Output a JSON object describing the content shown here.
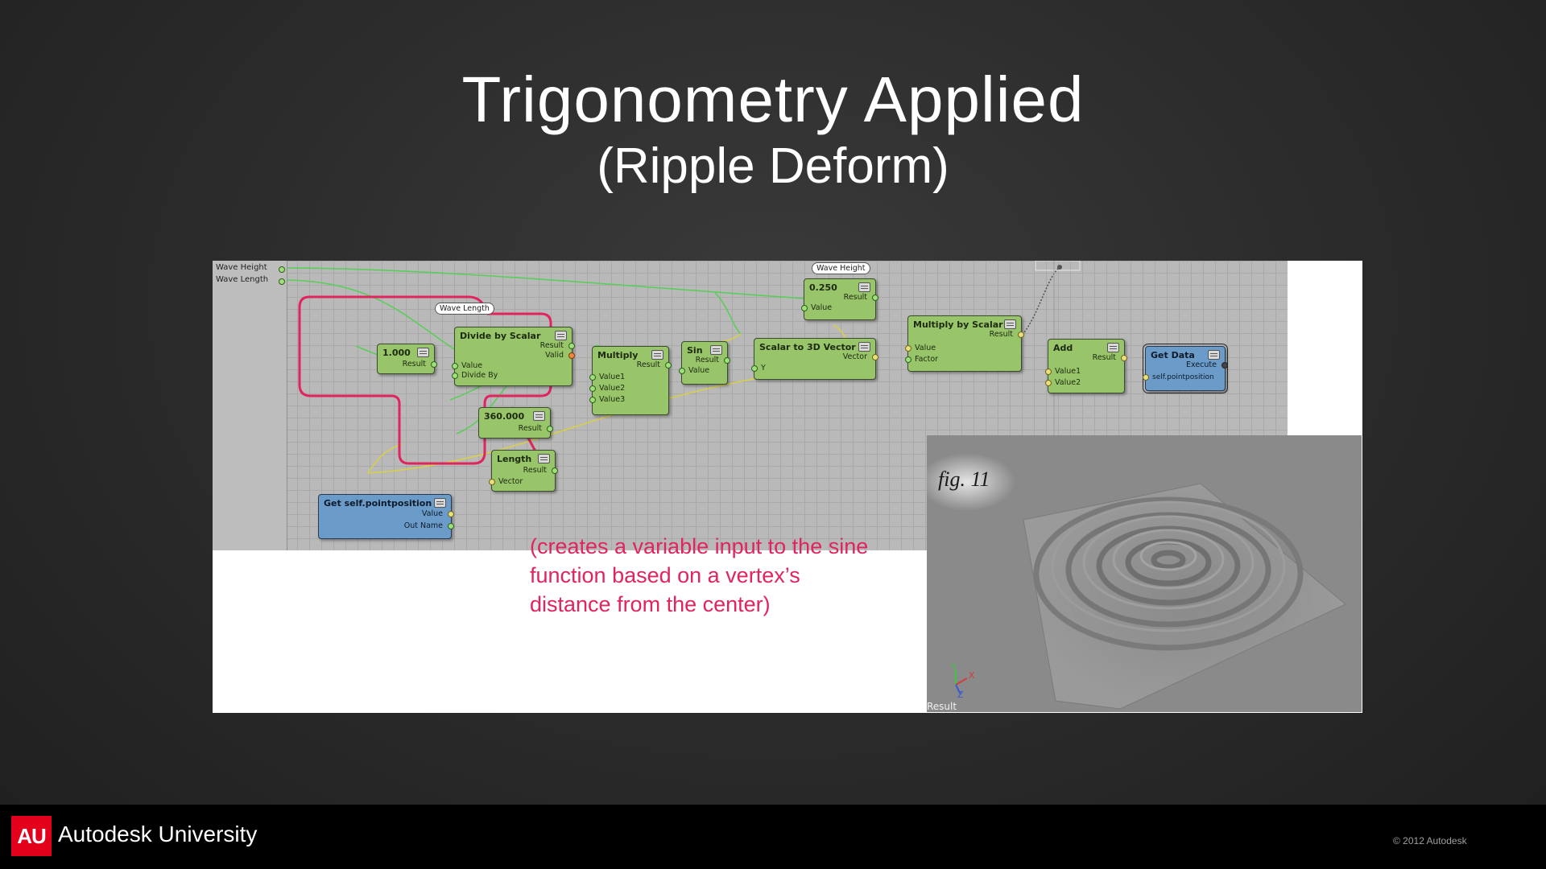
{
  "slide": {
    "title": "Trigonometry Applied",
    "subtitle": "(Ripple Deform)"
  },
  "graph": {
    "params": [
      "Wave Height",
      "Wave Length"
    ],
    "bubbles": {
      "wave_length": "Wave Length",
      "wave_height": "Wave Height"
    },
    "nodes": {
      "value_1000": {
        "title": "1.000",
        "out": "Result"
      },
      "divide": {
        "title": "Divide by Scalar",
        "out1": "Result",
        "out2": "Valid",
        "in1": "Value",
        "in2": "Divide By"
      },
      "value_360": {
        "title": "360.000",
        "out": "Result"
      },
      "length": {
        "title": "Length",
        "out": "Result",
        "in": "Vector"
      },
      "multiply": {
        "title": "Multiply",
        "out": "Result",
        "in1": "Value1",
        "in2": "Value2",
        "in3": "Value3"
      },
      "sin": {
        "title": "Sin",
        "out": "Result",
        "in": "Value"
      },
      "scalar_to_3d": {
        "title": "Scalar to 3D Vector",
        "out": "Vector",
        "in": "Y"
      },
      "value_0250": {
        "title": "0.250",
        "out": "Result",
        "in": "Value"
      },
      "multiply_scalar": {
        "title": "Multiply by Scalar",
        "out": "Result",
        "in1": "Value",
        "in2": "Factor"
      },
      "add": {
        "title": "Add",
        "out": "Result",
        "in1": "Value1",
        "in2": "Value2"
      },
      "get_data": {
        "title": "Get Data",
        "out": "Execute",
        "in": "self.pointposition"
      },
      "get_pointposition": {
        "title": "Get self.pointposition",
        "out1": "Value",
        "out2": "Out Name"
      }
    }
  },
  "annotation": "(creates a variable input to the sine function based on a vertex’s distance from the center)",
  "figure": {
    "label": "fig. 11",
    "result_label": "Result",
    "axes": [
      "Y",
      "X",
      "Z"
    ]
  },
  "footer": {
    "logo_mark": "AU",
    "brand": "Autodesk University",
    "copyright": "© 2012 Autodesk"
  },
  "colors": {
    "annotation": "#e0245e",
    "node_green": "#98c46a",
    "node_blue": "#6b9cc9",
    "logo_red": "#e3001b"
  }
}
